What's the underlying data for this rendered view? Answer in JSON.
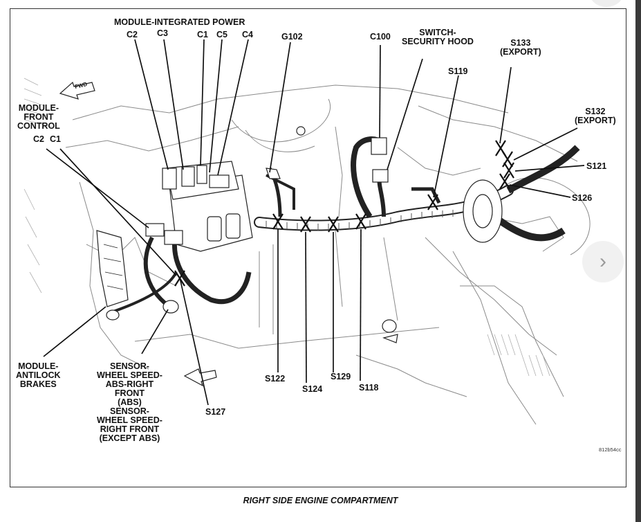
{
  "figure_ref": "812b54cc",
  "caption": "RIGHT SIDE ENGINE COMPARTMENT",
  "fwd_tag": "FWD",
  "labels": {
    "module_integrated_power": "MODULE-INTEGRATED POWER",
    "mip_c2": "C2",
    "mip_c3": "C3",
    "mip_c1": "C1",
    "mip_c5": "C5",
    "mip_c4": "C4",
    "g102": "G102",
    "c100": "C100",
    "switch_security_hood_1": "SWITCH-",
    "switch_security_hood_2": "SECURITY HOOD",
    "s133": "S133",
    "s133_note": "(EXPORT)",
    "s119": "S119",
    "s132": "S132",
    "s132_note": "(EXPORT)",
    "s121": "S121",
    "s126": "S126",
    "mfc_1": "MODULE-",
    "mfc_2": "FRONT",
    "mfc_3": "CONTROL",
    "mfc_c2": "C2",
    "mfc_c1": "C1",
    "abs_1": "MODULE-",
    "abs_2": "ANTILOCK",
    "abs_3": "BRAKES",
    "sensor_1": "SENSOR-",
    "sensor_2": "WHEEL SPEED-",
    "sensor_3": "ABS-RIGHT",
    "sensor_4": "FRONT",
    "sensor_5": "(ABS)",
    "sensor_6": "SENSOR-",
    "sensor_7": "WHEEL SPEED-",
    "sensor_8": "RIGHT FRONT",
    "sensor_9": "(EXCEPT ABS)",
    "s127": "S127",
    "s122": "S122",
    "s124": "S124",
    "s129": "S129",
    "s118": "S118"
  },
  "nav": {
    "next_glyph": "›"
  }
}
